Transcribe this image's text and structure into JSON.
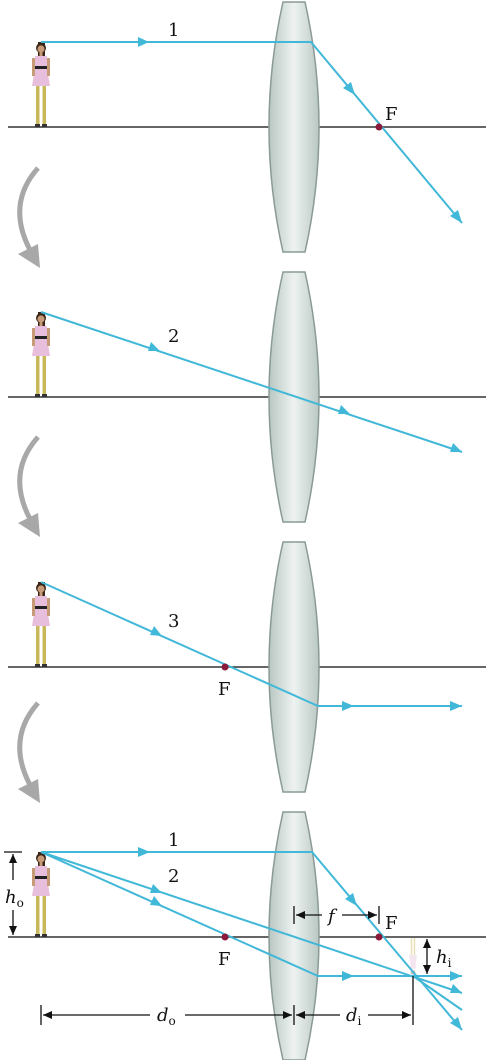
{
  "colors": {
    "ray": "#41b8d8",
    "axis": "#333333",
    "lens_edge": "#8a9a96",
    "lens_fill_dark": "#b9c7c2",
    "lens_fill_light": "#eef3f1",
    "focal_point": "#8b1a3a",
    "arrow_gray": "#a8a8a8",
    "dress": "#e7bfdc",
    "legs": "#c8b85a"
  },
  "panels": [
    {
      "ray_label": "1",
      "focal_labels": [
        "F"
      ]
    },
    {
      "ray_label": "2",
      "focal_labels": []
    },
    {
      "ray_label": "3",
      "focal_labels": [
        "F"
      ]
    },
    {
      "ray_labels": [
        "1",
        "2"
      ],
      "focal_labels": [
        "F",
        "F"
      ],
      "dimensions": {
        "f": {
          "symbol": "f",
          "sub": ""
        },
        "ho": {
          "symbol": "h",
          "sub": "o"
        },
        "hi": {
          "symbol": "h",
          "sub": "i"
        },
        "do": {
          "symbol": "d",
          "sub": "o"
        },
        "di": {
          "symbol": "d",
          "sub": "i"
        }
      }
    }
  ],
  "icons": [
    "person-object",
    "inverted-image",
    "curved-step-arrow",
    "converging-lens"
  ]
}
